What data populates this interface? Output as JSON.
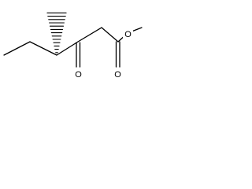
{
  "molecule": {
    "atoms": {
      "ketone_oxygen": "O",
      "ester_carbonyl_oxygen": "O",
      "ester_bridge_oxygen": "O"
    },
    "stereo": {
      "wedge_type": "hashed"
    }
  }
}
